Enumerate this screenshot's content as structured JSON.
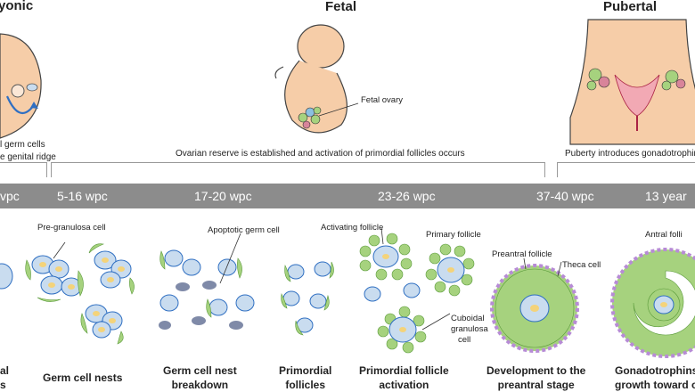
{
  "top": {
    "embryonic_title": "yonic",
    "fetal_title": "Fetal",
    "pubertal_title": "Pubertal",
    "embryonic_caption_line1": "l germ cells",
    "embryonic_caption_line2": "e genital ridge",
    "fetal_ovary_label": "Fetal ovary",
    "fetal_caption": "Ovarian reserve is established and activation of primordial follicles occurs",
    "pubertal_caption": "Puberty introduces gonadotrophins"
  },
  "timeline": {
    "ticks": [
      "vpc",
      "5-16 wpc",
      "17-20 wpc",
      "23-26 wpc",
      "37-40 wpc",
      "13 year"
    ]
  },
  "labels": {
    "pre_granulosa": "Pre-granulosa cell",
    "apoptotic": "Apoptotic germ cell",
    "activating": "Activating follicle",
    "primary": "Primary follicle",
    "cuboidal_1": "Cuboidal",
    "cuboidal_2": "granulosa",
    "cuboidal_3": "cell",
    "preantral": "Preantral follicle",
    "theca": "Theca cell",
    "antral": "Antral folli"
  },
  "stages": {
    "s0": "al\ns",
    "s1": "Germ cell nests",
    "s2": "Germ cell nest\nbreakdown",
    "s3": "Primordial\nfollicles",
    "s4": "Primordial follicle\nactivation",
    "s5": "Development to the\npreantral stage",
    "s6": "Gonadotrophins\ngrowth toward o"
  },
  "colors": {
    "germ_cell": "#c9dcef",
    "granulosa": "#a6d27e",
    "oocyte_nucleus": "#f4d37a",
    "theca": "#b78bd6",
    "apoptotic": "#7f8aa8",
    "skin": "#f6cda8",
    "timeline": "#8c8c8c"
  }
}
